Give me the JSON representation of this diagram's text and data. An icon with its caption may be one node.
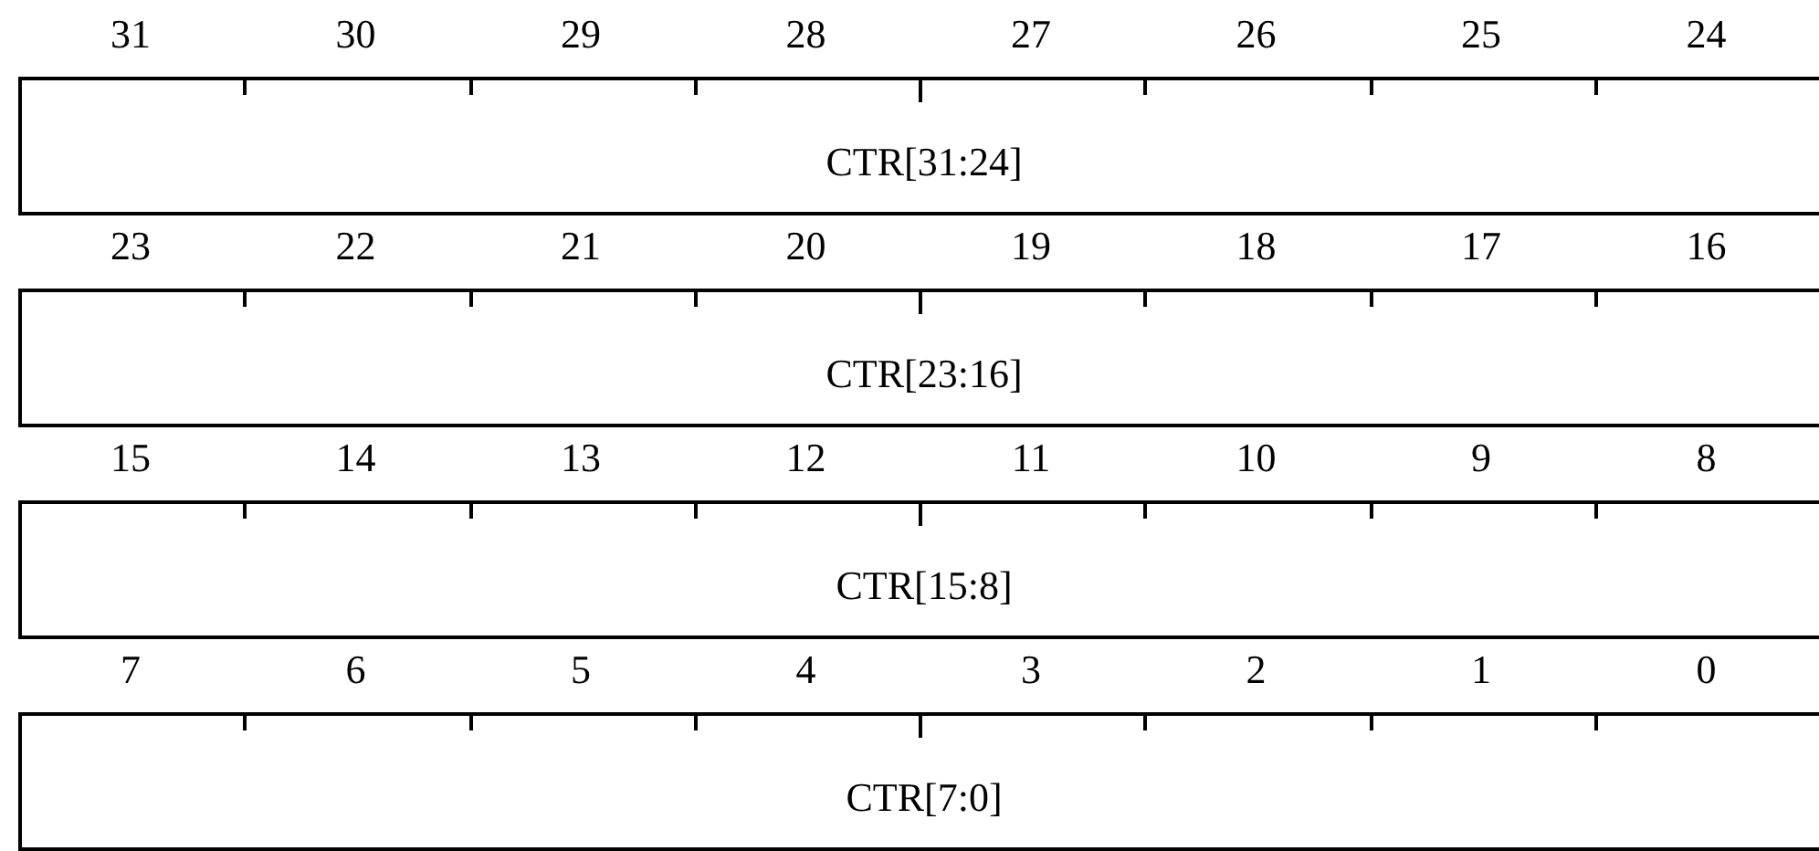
{
  "diagram": {
    "nodes": [
      {
        "text": [
          "CTR[31:24]"
        ]
      },
      {
        "text": [
          "CTR[23:16]"
        ]
      },
      {
        "text": [
          "CTR[15:8]"
        ]
      },
      {
        "text": [
          "CTR[7:0]"
        ]
      }
    ],
    "labels": [
      "31",
      "30",
      "29",
      "28",
      "27",
      "26",
      "25",
      "24",
      "23",
      "22",
      "21",
      "20",
      "19",
      "18",
      "17",
      "16",
      "15",
      "14",
      "13",
      "12",
      "11",
      "10",
      "9",
      "8",
      "7",
      "6",
      "5",
      "4",
      "3",
      "2",
      "1",
      "0"
    ]
  }
}
